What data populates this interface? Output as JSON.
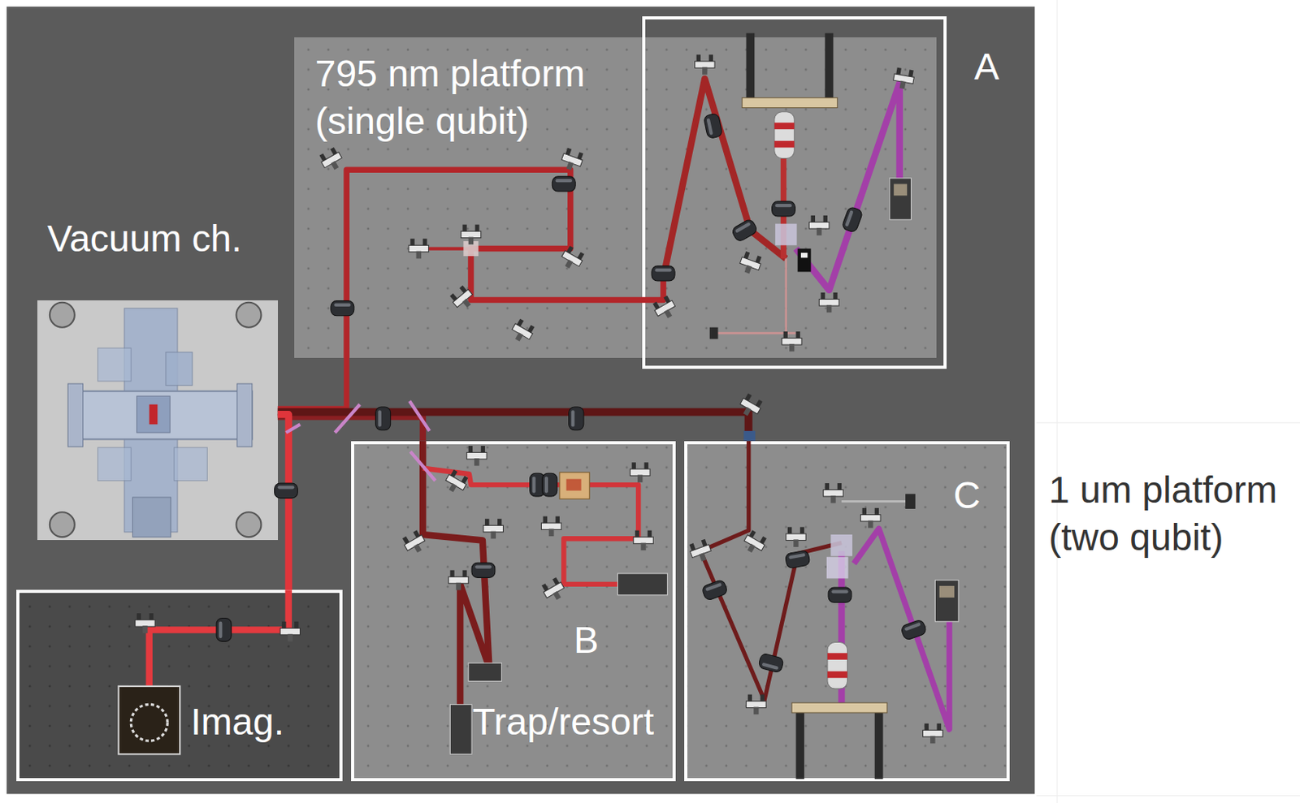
{
  "diagram": {
    "nodes": [
      {
        "text": [
          "795 nm platform (single qubit)"
        ]
      },
      {
        "text": [
          "A"
        ],
        "in": 0
      },
      {
        "text": [
          "Vacuum ch."
        ]
      },
      {
        "text": [
          "Imag."
        ]
      },
      {
        "text": [
          "B",
          "Trap/resort"
        ]
      },
      {
        "text": [
          "C"
        ]
      }
    ],
    "edges": [
      {
        "from": 0,
        "to": 2,
        "arrow": "none"
      },
      {
        "from": 4,
        "to": 2,
        "arrow": "none"
      },
      {
        "from": 5,
        "to": 2,
        "arrow": "none"
      },
      {
        "from": 2,
        "to": 3,
        "arrow": "none"
      }
    ],
    "labels": [
      "1 um platform (two qubit)"
    ]
  }
}
